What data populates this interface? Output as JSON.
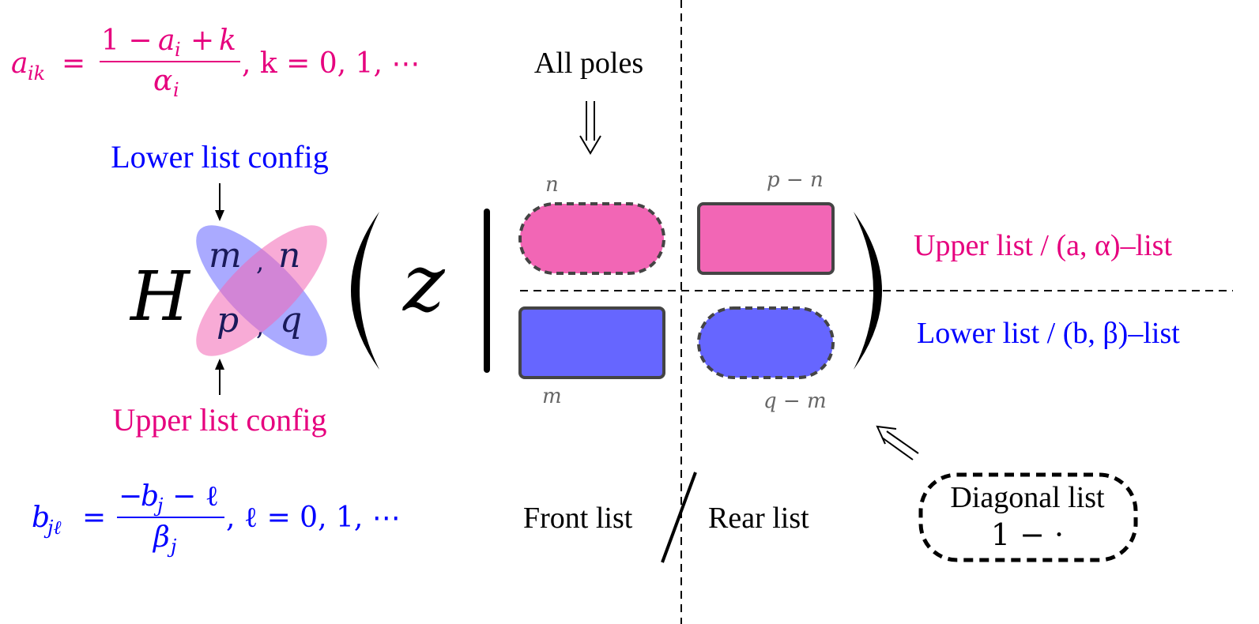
{
  "formulas": {
    "a": {
      "lhs": "a",
      "lhs_sub": "ik",
      "equals": "=",
      "num_one": "1 −",
      "num_a": "a",
      "num_i": "i",
      "num_plus": "+",
      "num_k": "k",
      "den_alpha": "α",
      "den_i": "i",
      "tail": ", k = 0, 1, ⋯"
    },
    "b": {
      "lhs": "b",
      "lhs_sub": "jℓ",
      "equals": "=",
      "num_minus": "−",
      "num_b": "b",
      "num_j": "j",
      "num_minus_ell": "− ℓ",
      "den_beta": "β",
      "den_j": "j",
      "tail": ", ℓ = 0, 1, ⋯"
    }
  },
  "config": {
    "lower_label": "Lower list config",
    "upper_label": "Upper list config",
    "H": "H",
    "m": "m",
    "n": "n",
    "p": "p",
    "q": "q",
    "comma": ","
  },
  "main": {
    "z": "z",
    "all_poles": "All poles",
    "arrow_down": "⇓",
    "top_left_count": "n",
    "top_right_count": "p − n",
    "bottom_left_count": "m",
    "bottom_right_count": "q − m"
  },
  "lists": {
    "upper": "Upper list / (a, α)–list",
    "lower": "Lower list / (b, β)–list",
    "front": "Front list",
    "rear": "Rear list",
    "diagonal_line1": "Diagonal list",
    "diagonal_line2": "1 − ·"
  },
  "colors": {
    "magenta": "#e6007e",
    "blue": "#0000ff",
    "pink_fill": "#f266b5",
    "blue_fill": "#6666ff",
    "grey": "#666666"
  }
}
